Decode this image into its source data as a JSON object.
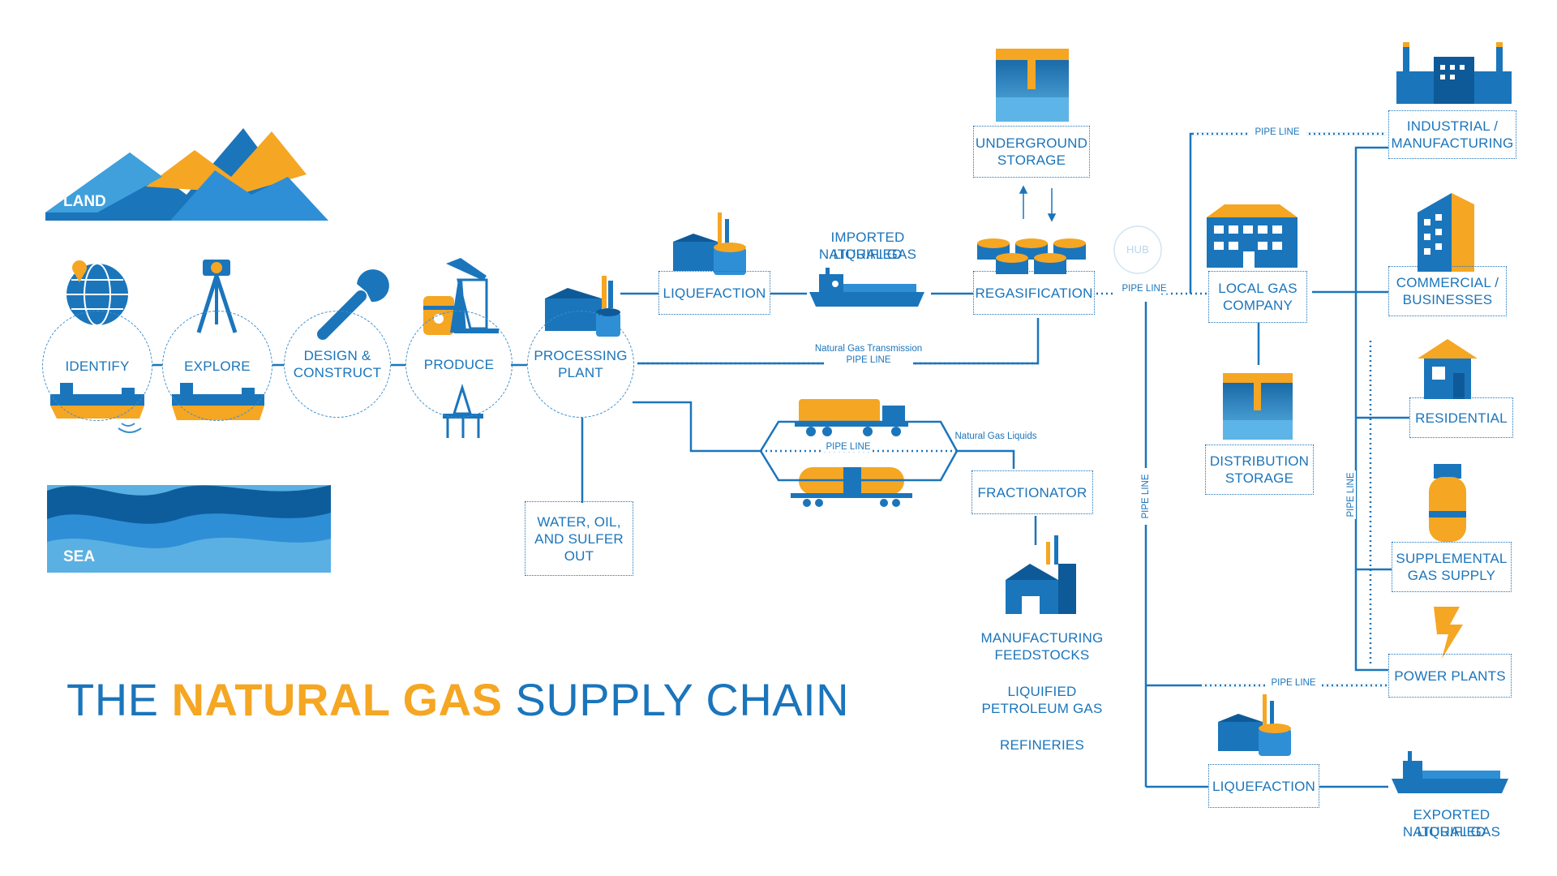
{
  "title": {
    "part1": "THE ",
    "part2": "NATURAL GAS",
    "part3": " SUPPLY CHAIN"
  },
  "colors": {
    "primary": "#1b75bb",
    "light_blue": "#3fa0dc",
    "orange": "#f5a623",
    "dark_blue": "#0e5a98"
  },
  "regions": {
    "land": "LAND",
    "sea": "SEA"
  },
  "steps": {
    "identify": "IDENTIFY",
    "explore": "EXPLORE",
    "design_1": "DESIGN &",
    "design_2": "CONSTRUCT",
    "produce": "PRODUCE",
    "processing_1": "PROCESSING",
    "processing_2": "PLANT"
  },
  "nodes": {
    "water_1": "WATER, OIL,",
    "water_2": "AND SULFER",
    "water_3": "OUT",
    "liquefaction_top": "LIQUEFACTION",
    "imported_1": "IMPORTED LIQUIFIED",
    "imported_2": "NATURAL GAS",
    "regasification": "REGASIFICATION",
    "underground_1": "UNDERGROUND",
    "underground_2": "STORAGE",
    "hub": "HUB",
    "fractionator": "FRACTIONATOR",
    "manufacturing_1": "MANUFACTURING",
    "manufacturing_2": "FEEDSTOCKS",
    "lpg_1": "LIQUIFIED",
    "lpg_2": "PETROLEUM GAS",
    "refineries": "REFINERIES",
    "local_gas_1": "LOCAL GAS",
    "local_gas_2": "COMPANY",
    "distribution_1": "DISTRIBUTION",
    "distribution_2": "STORAGE",
    "liquefaction_bottom": "LIQUEFACTION",
    "exported_1": "EXPORTED LIQUIFIED",
    "exported_2": "NATURAL GAS",
    "industrial_1": "INDUSTRIAL /",
    "industrial_2": "MANUFACTURING",
    "commercial_1": "COMMERCIAL /",
    "commercial_2": "BUSINESSES",
    "residential": "RESIDENTIAL",
    "supplemental_1": "SUPPLEMENTAL",
    "supplemental_2": "GAS SUPPLY",
    "power_plants": "POWER PLANTS"
  },
  "connectors": {
    "ng_transmission": "Natural Gas Transmission",
    "pipe_line": "PIPE LINE",
    "ngl": "Natural Gas Liquids"
  }
}
